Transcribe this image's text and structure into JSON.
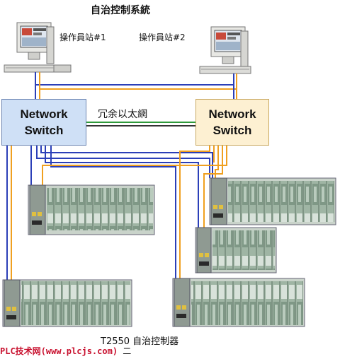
{
  "title": "自治控制系統",
  "workstations": [
    {
      "label": "操作員站#1"
    },
    {
      "label": "操作員站#2"
    }
  ],
  "switches": [
    {
      "line1": "Network",
      "line2": "Switch"
    },
    {
      "line1": "Network",
      "line2": "Switch"
    }
  ],
  "ethernet_label": "冗余以太網",
  "controller_caption": "T2550  自治控制器",
  "footer": {
    "watermark": "PLC技术网(www.plcjs.com)",
    "tail": "二"
  },
  "colors": {
    "blue_link": "#2b3fb8",
    "orange_link": "#f0a020",
    "green_link": "#2e9a3a",
    "dark_link": "#333333",
    "switch_left_fill": "#cfe0f6",
    "switch_right_fill": "#fdf0d2",
    "watermark": "#c8102e"
  }
}
